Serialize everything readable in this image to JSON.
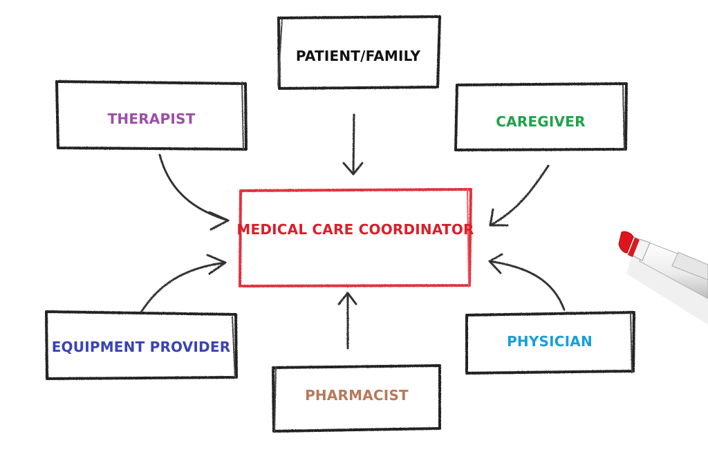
{
  "diagram": {
    "center": {
      "label": "MEDICAL CARE COORDINATOR",
      "color": "#d8202a",
      "border": "#e0323c"
    },
    "nodes": {
      "patient_family": {
        "label": "PATIENT/FAMILY",
        "color": "#111111"
      },
      "therapist": {
        "label": "THERAPIST",
        "color": "#9b4fa6"
      },
      "caregiver": {
        "label": "CAREGIVER",
        "color": "#1fa24a"
      },
      "equipment_provider": {
        "label": "EQUIPMENT PROVIDER",
        "color": "#3a43b5"
      },
      "pharmacist": {
        "label": "PHARMACIST",
        "color": "#b8795a"
      },
      "physician": {
        "label": "PHYSICIAN",
        "color": "#1a9fd6"
      }
    },
    "box_stroke": "#222222",
    "arrow_stroke": "#333333",
    "marker": {
      "cap": "#d81e1e",
      "body": "#f2f2f2"
    }
  }
}
